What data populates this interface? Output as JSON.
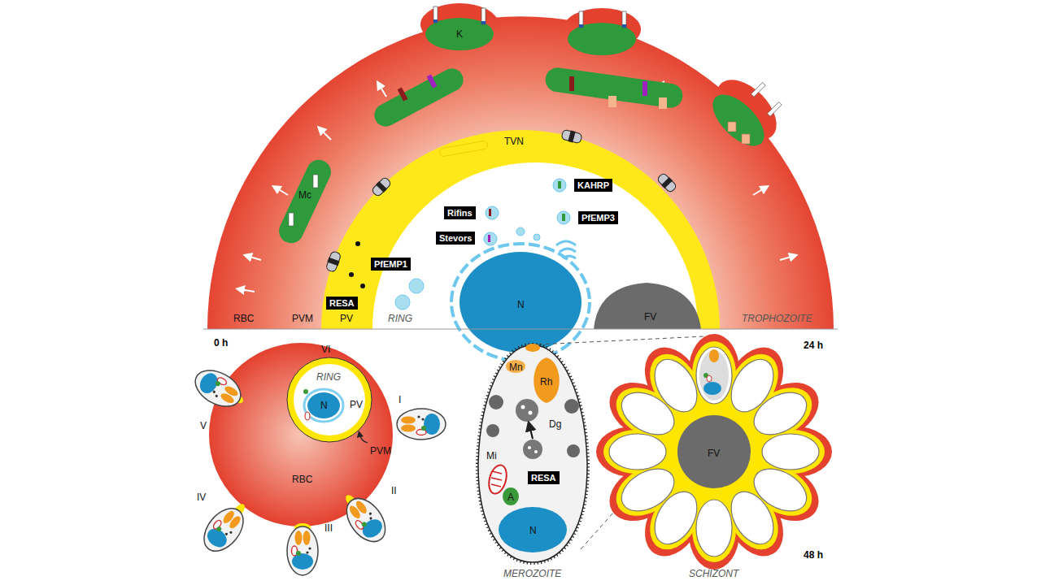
{
  "diagram": {
    "nodes": [
      {
        "text": [
          "PfEMP1"
        ]
      },
      {
        "text": [
          "Rifins"
        ]
      },
      {
        "text": [
          "Stevors"
        ]
      },
      {
        "text": [
          "KAHRP"
        ]
      },
      {
        "text": [
          "PfEMP3"
        ]
      },
      {
        "text": [
          "RESA"
        ]
      },
      {
        "text": [
          "RESA"
        ]
      }
    ],
    "labels": [
      "K",
      "Mc",
      "TVN",
      "N",
      "FV",
      "RBC",
      "PVM",
      "PV",
      "RING",
      "TROPHOZOITE",
      "0 h",
      "24 h",
      "48 h",
      "VI",
      "RING",
      "N",
      "PV",
      "PVM",
      "RBC",
      "I",
      "II",
      "III",
      "IV",
      "V",
      "Mn",
      "Rh",
      "Dg",
      "Mi",
      "A",
      "N",
      "MEROZOITE",
      "SCHIZONT",
      "FV"
    ]
  }
}
